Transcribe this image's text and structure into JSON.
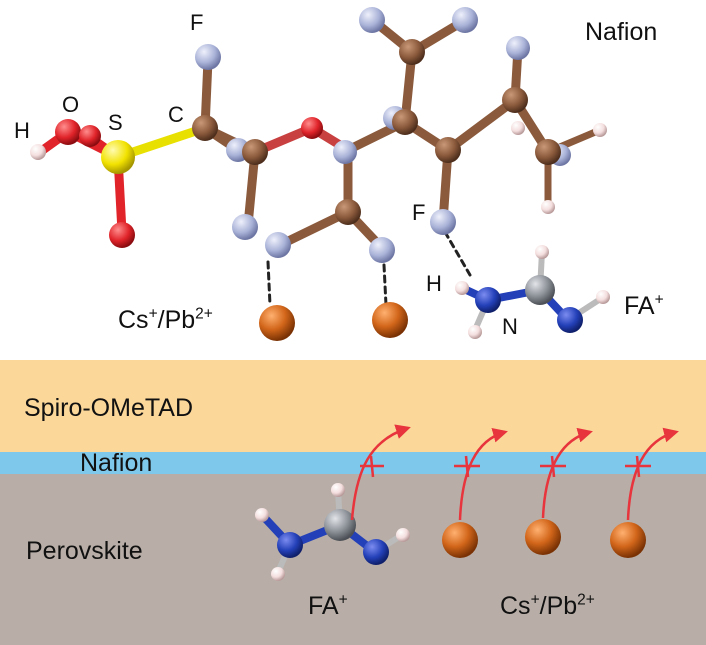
{
  "molecule": {
    "title": "Nafion",
    "atom_labels": {
      "F_top": "F",
      "O": "O",
      "S": "S",
      "C": "C",
      "H": "H",
      "F_mid": "F",
      "H_fa": "H",
      "N": "N"
    },
    "cation_label": {
      "text": "Cs",
      "charge1": "+",
      "mid": "/Pb",
      "charge2": "2+"
    },
    "fa_label": {
      "text": "FA",
      "charge": "+"
    }
  },
  "device": {
    "layers": {
      "top": "Spiro-OMeTAD",
      "middle": "Nafion",
      "bottom": "Perovskite"
    },
    "fa_label": {
      "text": "FA",
      "charge": "+"
    },
    "cation_label": {
      "text": "Cs",
      "charge1": "+",
      "mid": "/Pb",
      "charge2": "2+"
    }
  },
  "colors": {
    "carbon": "#8b5a3c",
    "fluorine": "#aab3d8",
    "oxygen": "#e0242a",
    "sulfur": "#f2e200",
    "hydrogen": "#f4dede",
    "nitrogen": "#2340b8",
    "fa_carbon": "#8a8f96",
    "metal": "#c95a10",
    "spiro_layer": "#fbd79a",
    "nafion_layer": "#7ec8ec",
    "perovskite_layer": "#b8aea7",
    "arrow": "#e8343c"
  }
}
